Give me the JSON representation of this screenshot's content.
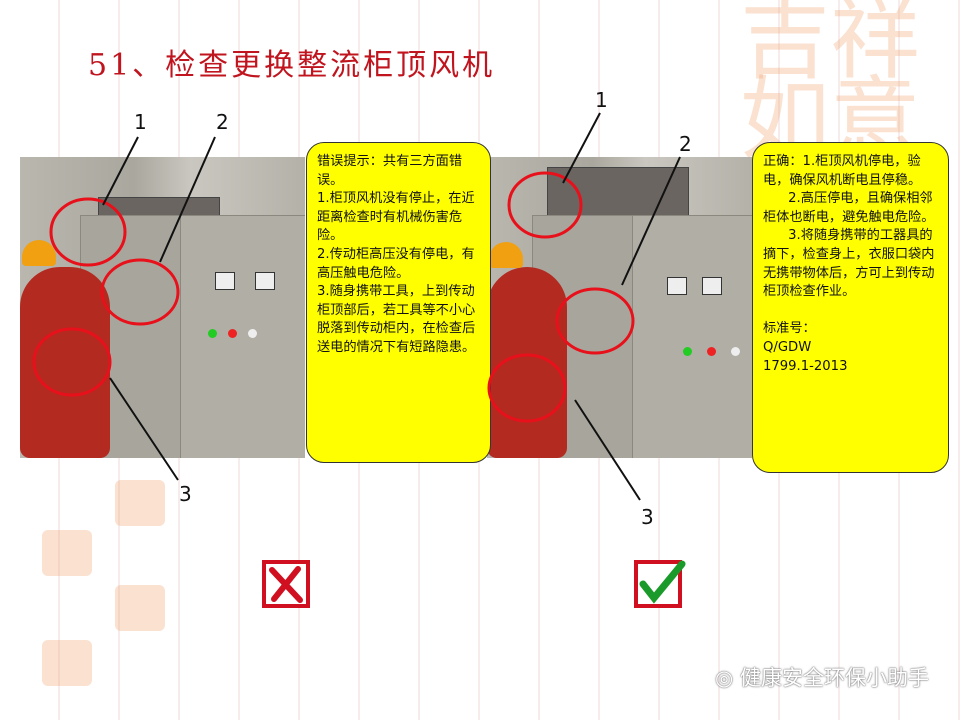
{
  "title": "51、检查更换整流柜顶风机",
  "wrong_box": {
    "text": "错误提示：共有三方面错误。\n1.柜顶风机没有停止，在近距离检查时有机械伤害危险。\n2.传动柜高压没有停电，有高压触电危险。\n3.随身携带工具，上到传动柜顶部后，若工具等不小心脱落到传动柜内，在检查后送电的情况下有短路隐患。"
  },
  "right_box": {
    "text": "正确：1.柜顶风机停电，验电，确保风机断电且停稳。\n      2.高压停电，且确保相邻柜体也断电，避免触电危险。\n      3.将随身携带的工器具的摘下，检查身上，衣服口袋内无携带物体后，方可上到传动柜顶检查作业。\n\n标准号：\nQ/GDW\n1799.1-2013"
  },
  "labels": {
    "l1": "1",
    "l2": "2",
    "l3": "3",
    "r1": "1",
    "r2": "2",
    "r3": "3"
  },
  "icons": {
    "wrong": "x-mark-icon",
    "right": "check-mark-icon"
  },
  "colors": {
    "title": "#c0141e",
    "box": "#ffff00",
    "circle": "#e8101a",
    "check": "#1a9a2a"
  },
  "watermark": "健康安全环保小助手",
  "stamp_text": "吉祥如意"
}
